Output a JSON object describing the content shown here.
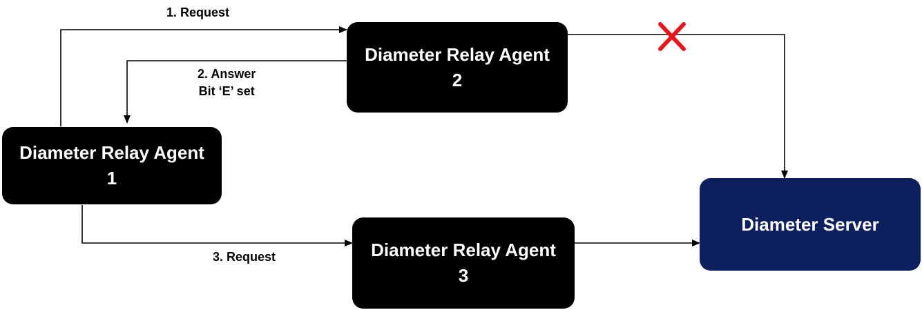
{
  "nodes": {
    "agent1": {
      "line1": "Diameter Relay Agent",
      "line2": "1"
    },
    "agent2": {
      "line1": "Diameter Relay Agent",
      "line2": "2"
    },
    "agent3": {
      "line1": "Diameter Relay Agent",
      "line2": "3"
    },
    "server": {
      "label": "Diameter Server"
    }
  },
  "edges": {
    "request1": {
      "label": "1. Request"
    },
    "answer2": {
      "line1": "2. Answer",
      "line2": "Bit ‘E’ set"
    },
    "request3": {
      "label": "3. Request"
    }
  },
  "colors": {
    "agent_fill": "#000000",
    "server_fill": "#0d1f5c",
    "failure_mark": "#e8141c"
  },
  "icons": {
    "failure": "cross-mark-icon"
  }
}
